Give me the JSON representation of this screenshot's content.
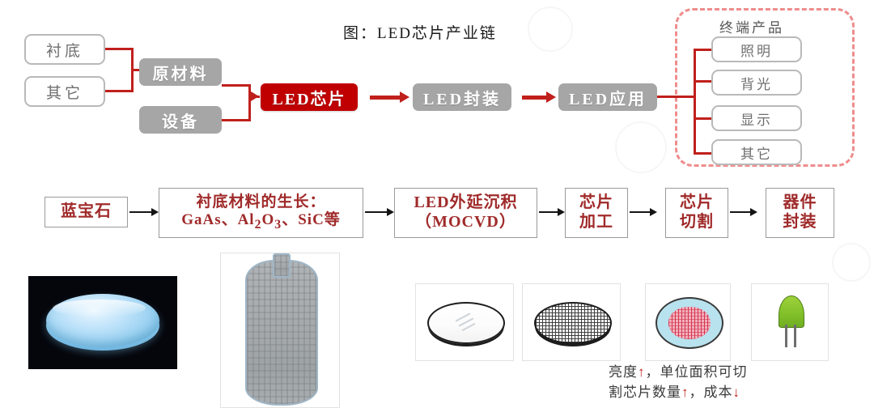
{
  "figure": {
    "title": "图：LED芯片产业链"
  },
  "chain_top": {
    "inputs": [
      {
        "label": "衬底"
      },
      {
        "label": "其它"
      }
    ],
    "upstream": [
      {
        "label": "原材料"
      },
      {
        "label": "设备"
      }
    ],
    "stages": [
      {
        "label": "LED芯片",
        "highlight": true,
        "color": "#c00000"
      },
      {
        "label": "LED封装",
        "highlight": false,
        "color": "#a6a6a6"
      },
      {
        "label": "LED应用",
        "highlight": false,
        "color": "#a6a6a6"
      }
    ],
    "end_products": {
      "title": "终端产品",
      "items": [
        {
          "label": "照明"
        },
        {
          "label": "背光"
        },
        {
          "label": "显示"
        },
        {
          "label": "其它"
        }
      ]
    }
  },
  "process_flow": {
    "steps": [
      {
        "line1": "蓝宝石",
        "line2": ""
      },
      {
        "line1": "衬底材料的生长：",
        "line2": "GaAs、Al2O3、SiC等",
        "line2_parts": [
          "GaAs、Al",
          "2",
          "O",
          "3",
          "、SiC等"
        ]
      },
      {
        "line1": "LED外延沉积",
        "line2": "（MOCVD）"
      },
      {
        "line1": "芯片",
        "line2": "加工"
      },
      {
        "line1": "芯片",
        "line2": "切割"
      },
      {
        "line1": "器件",
        "line2": "封装"
      }
    ]
  },
  "gallery": {
    "photos": [
      {
        "name": "sapphire-wafer-photo",
        "alt": "蓝宝石晶圆照片"
      },
      {
        "name": "sapphire-boule-photo",
        "alt": "蓝宝石晶棒照片"
      },
      {
        "name": "blank-wafer-thumb",
        "alt": "空白晶圆"
      },
      {
        "name": "patterned-wafer-thumb",
        "alt": "图形化晶圆"
      },
      {
        "name": "diced-wafer-thumb",
        "alt": "切割芯片晶圆"
      },
      {
        "name": "led-lamp-thumb",
        "alt": "LED 器件"
      }
    ]
  },
  "caption": {
    "line1_a": "亮度",
    "line1_arrow": "↑",
    "line1_b": "，单位面积可切",
    "line2_a": "割芯片数量",
    "line2_arrow": "↑",
    "line2_b": "，成本",
    "line2_arrow2": "↓"
  },
  "colors": {
    "accent_red": "#c0201c",
    "chip_red": "#c00000",
    "grey_box": "#a6a6a6",
    "dashed_pink": "#ef8d8d",
    "text_red": "#a02a2a"
  }
}
